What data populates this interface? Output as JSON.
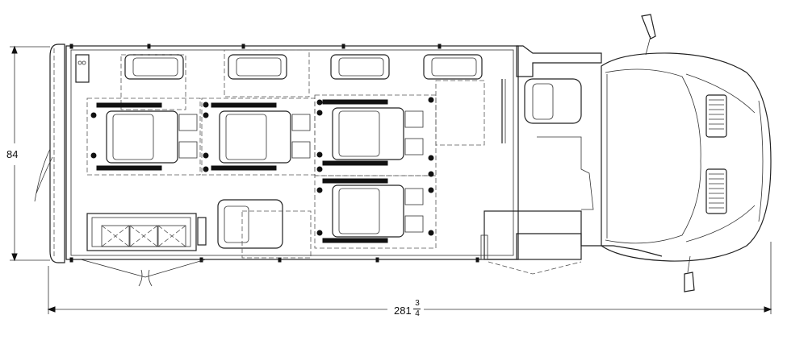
{
  "dimensions": {
    "width_label": "84",
    "length_whole": "281",
    "length_frac_num": "3",
    "length_frac_den": "4"
  },
  "colors": {
    "line": "#222222",
    "background": "#ffffff"
  }
}
